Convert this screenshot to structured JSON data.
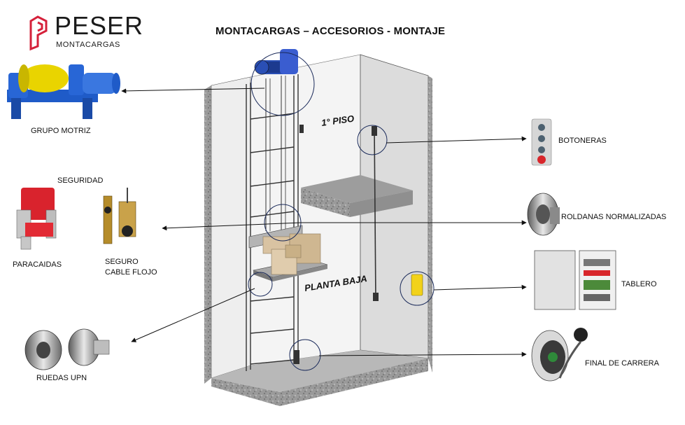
{
  "brand": {
    "name": "PESER",
    "subtitle": "MONTACARGAS"
  },
  "title": "MONTACARGAS – ACCESORIOS - MONTAJE",
  "floors": {
    "upper": "1° PISO",
    "lower": "PLANTA BAJA"
  },
  "labels": {
    "grupo_motriz": "GRUPO MOTRIZ",
    "seguridad": "SEGURIDAD",
    "paracaidas": "PARACAIDAS",
    "seguro_line1": "SEGURO",
    "seguro_line2": "CABLE FLOJO",
    "ruedas": "RUEDAS UPN",
    "botoneras": "BOTONERAS",
    "roldanas": "ROLDANAS NORMALIZADAS",
    "tablero": "TABLERO",
    "final_carrera": "FINAL DE CARRERA"
  },
  "colors": {
    "brand_red": "#d5203a",
    "motor_blue": "#1f5bc8",
    "drum_yellow": "#e9d400",
    "paracaidas_red": "#d9232d",
    "final_yellow": "#f2d21a",
    "wall_gray": "#e6e6e6",
    "stone": "#8a8a8a"
  },
  "icons": [
    "peser-logo-icon",
    "grupo-motriz-image",
    "paracaidas-image",
    "seguro-cable-flojo-image",
    "ruedas-upn-image",
    "botoneras-image",
    "roldanas-image",
    "tablero-image",
    "final-carrera-image"
  ]
}
